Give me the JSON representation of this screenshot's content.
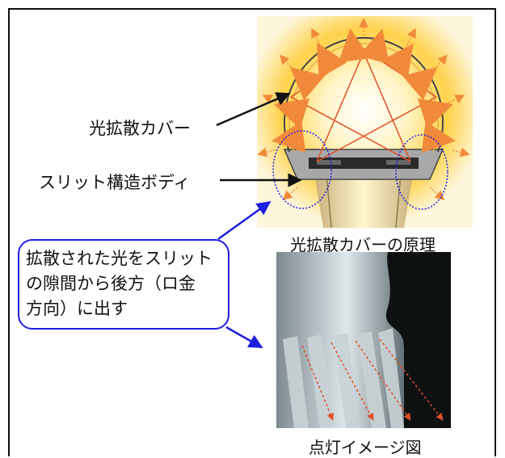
{
  "labels": {
    "cover": "光拡散カバー",
    "body": "スリット構造ボディ",
    "principle_caption": "光拡散カバーの原理",
    "lit_caption": "点灯イメージ図"
  },
  "callout": {
    "lines": [
      "拡散された光をスリット",
      "の隙間から後方（ロ金",
      "方向）に出す"
    ]
  },
  "colors": {
    "callout_border": "#1e1ee0",
    "arrow_blue": "#1e1ee0",
    "light_ray": "#e0502a",
    "glow": "#ffd24a"
  }
}
